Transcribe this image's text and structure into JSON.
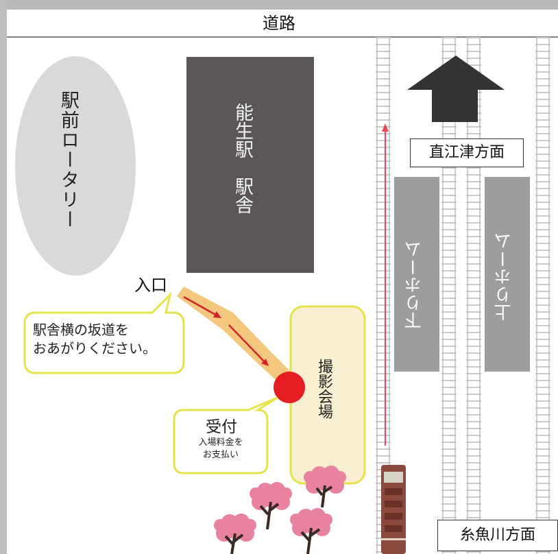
{
  "road": {
    "label": "道路"
  },
  "rotary": {
    "label": "駅前ロータリー"
  },
  "station": {
    "label": "能生駅　駅舎"
  },
  "platforms": [
    {
      "id": "down",
      "label": "下りホーム"
    },
    {
      "id": "up",
      "label": "上りホーム"
    }
  ],
  "directions": {
    "north": "直江津方面",
    "south": "糸魚川方面"
  },
  "entrance": {
    "label": "入口"
  },
  "callout": {
    "line1": "駅舎横の坂道を",
    "line2": "おあがりください。"
  },
  "reception": {
    "title": "受付",
    "note_line1": "入場料金を",
    "note_line2": "お支払い"
  },
  "venue": {
    "label": "撮影会場"
  },
  "colors": {
    "station": "#5a5657",
    "rotary": "#d9d9d9",
    "platform": "#9d9d9d",
    "path": "#f4c77e",
    "venue_fill": "#f8efd3",
    "callout_border": "#e6e24a",
    "marker": "#e51d23",
    "track_line": "#e84a55",
    "cherry": "#e8829f"
  },
  "icons": [
    "up-arrow-icon",
    "cherry-tree-icon",
    "train-icon"
  ]
}
